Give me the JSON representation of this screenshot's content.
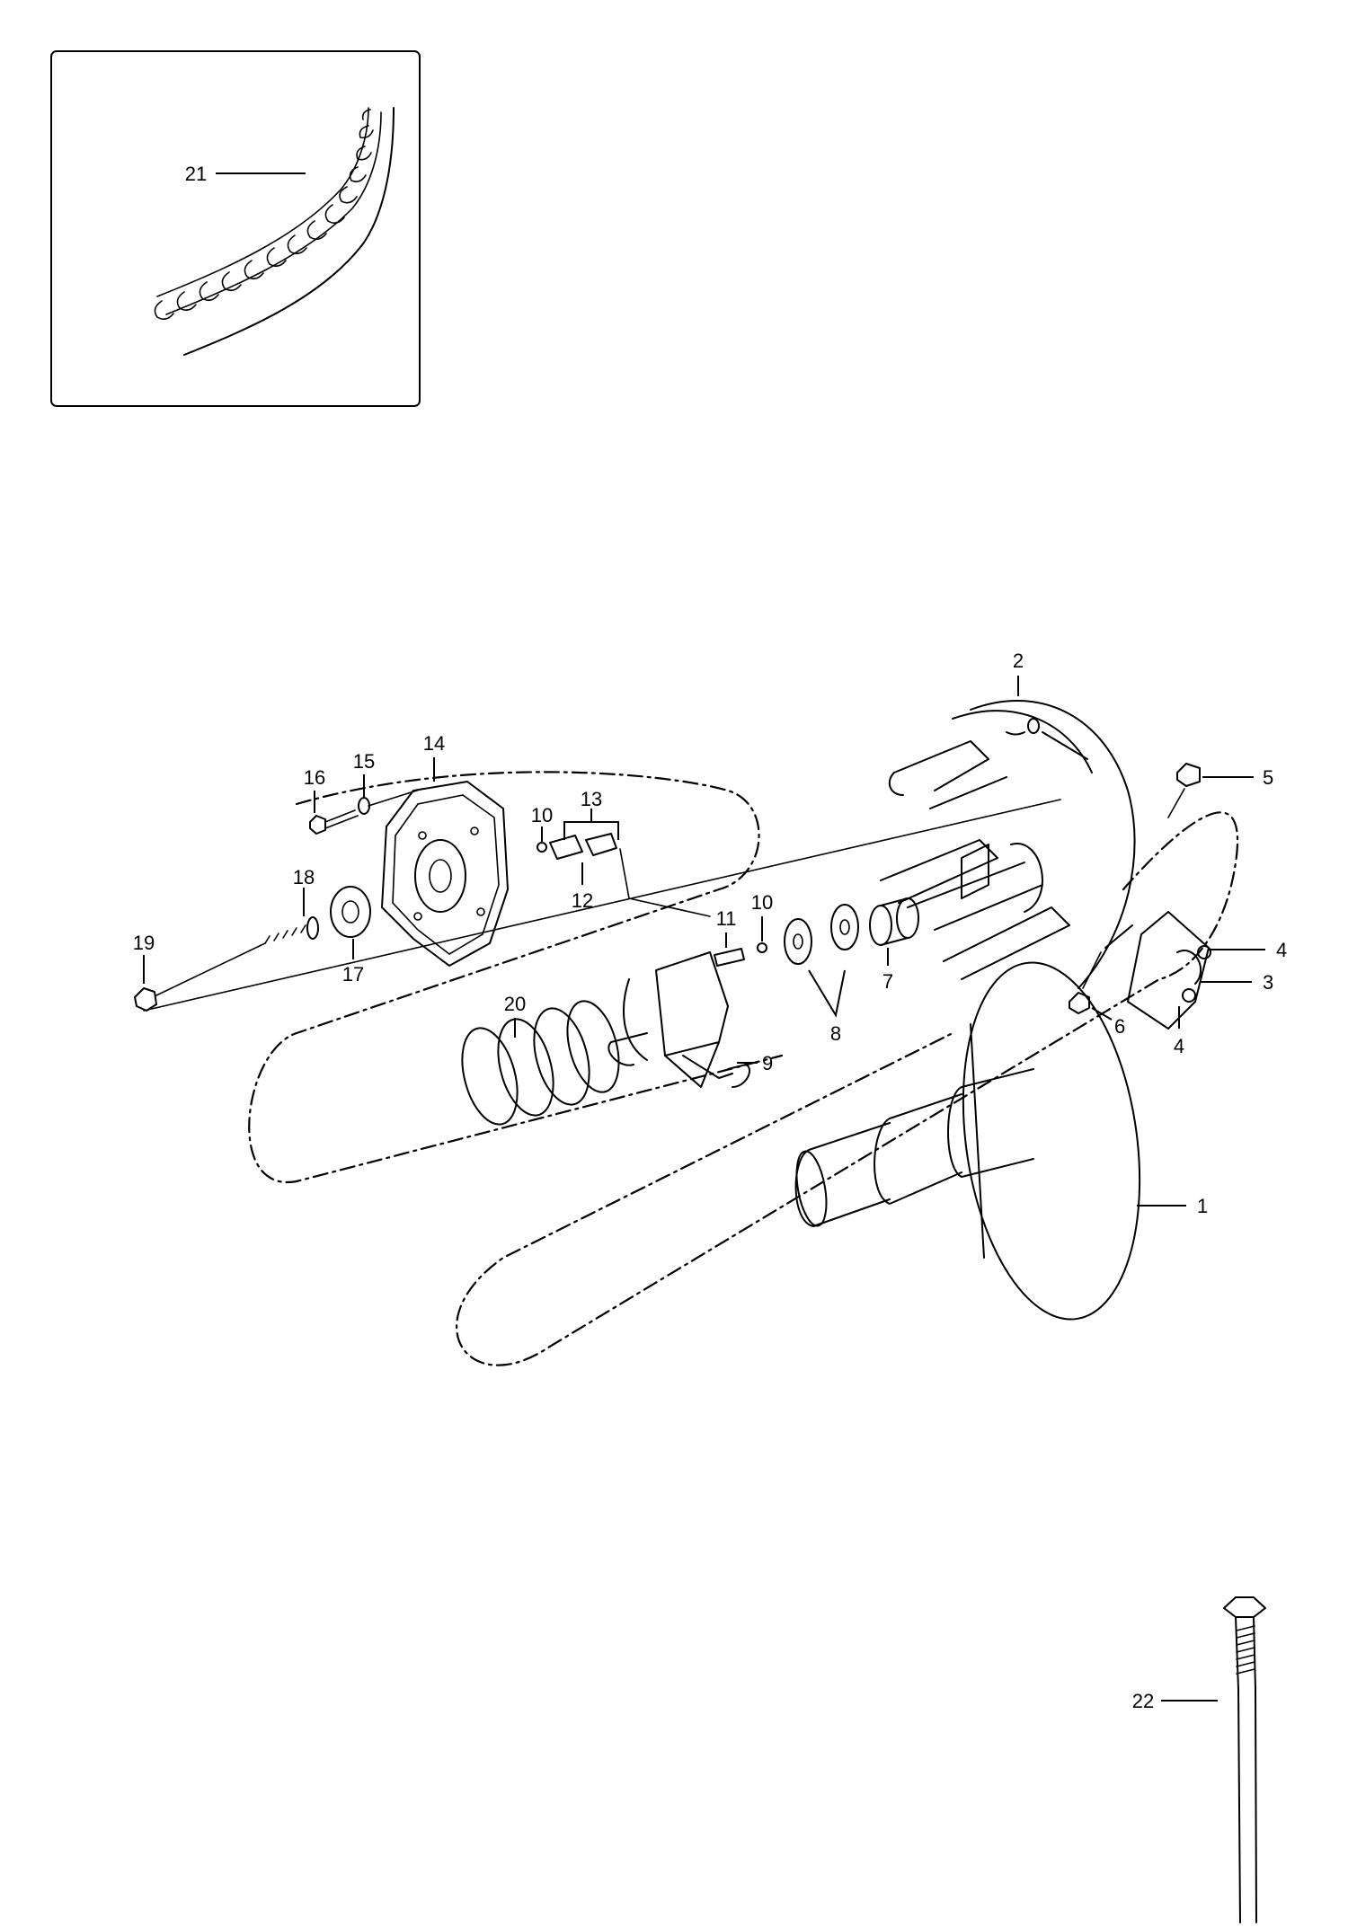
{
  "callouts": {
    "c1": "1",
    "c2": "2",
    "c3": "3",
    "c4a": "4",
    "c4b": "4",
    "c5": "5",
    "c6": "6",
    "c7": "7",
    "c8": "8",
    "c9": "9",
    "c10a": "10",
    "c10b": "10",
    "c11": "11",
    "c12": "12",
    "c13": "13",
    "c14": "14",
    "c15": "15",
    "c16": "16",
    "c17": "17",
    "c18": "18",
    "c19": "19",
    "c20": "20",
    "c21": "21",
    "c22": "22"
  }
}
